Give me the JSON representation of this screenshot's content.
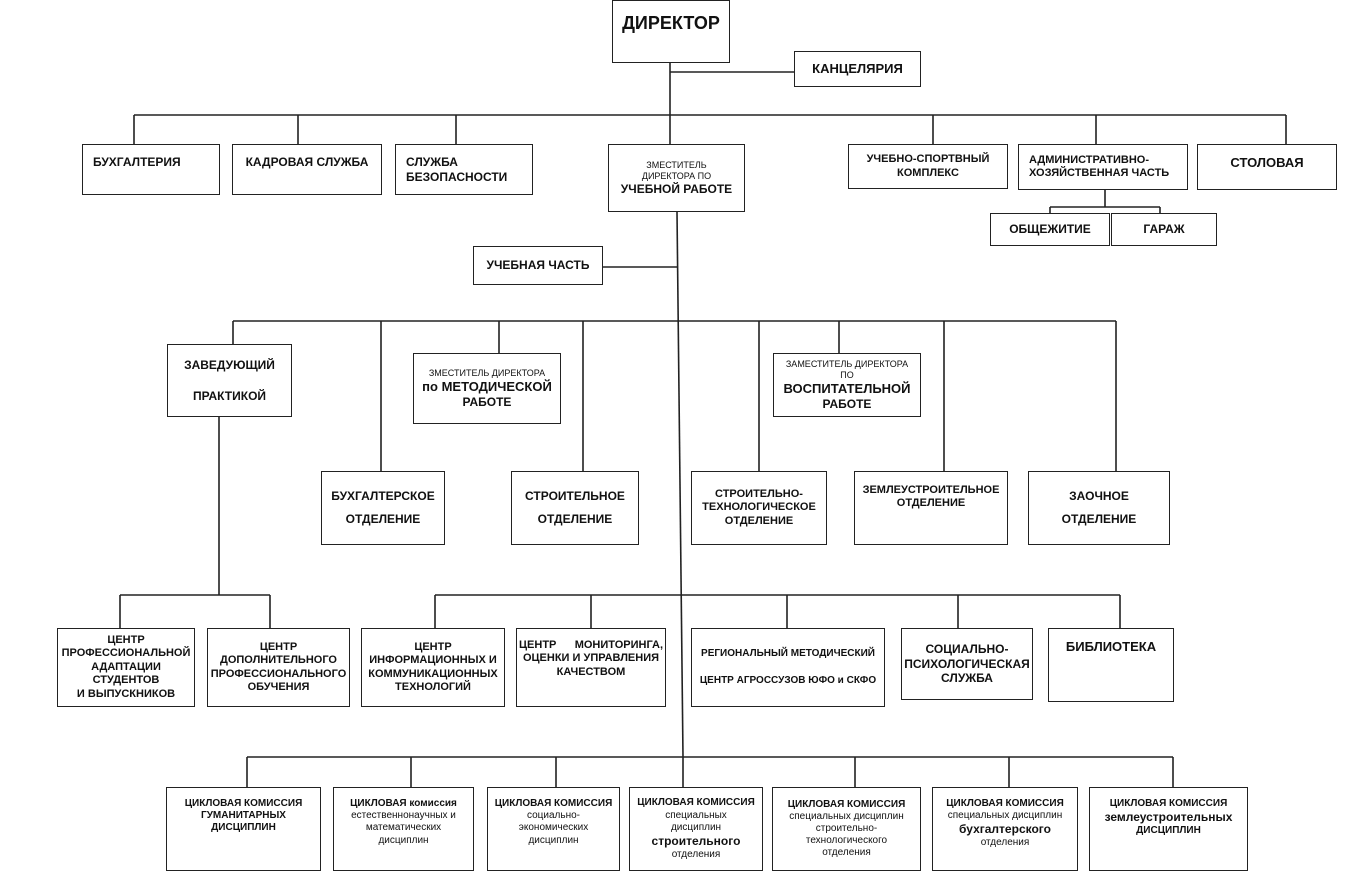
{
  "top": {
    "director": "ДИРЕКТОР",
    "office": "КАНЦЕЛЯРИЯ"
  },
  "row1": {
    "accounting": "БУХГАЛТЕРИЯ",
    "hr": "КАДРОВАЯ СЛУЖБА",
    "security": [
      "СЛУЖБА",
      "БЕЗОПАСНОСТИ"
    ],
    "deputy_academic": [
      "ЗМЕСТИТЕЛЬ",
      "ДИРЕКТОРА ПО",
      "УЧЕБНОЙ РАБОТЕ"
    ],
    "sports": [
      "УЧЕБНО-СПОРТВНЫЙ",
      "КОМПЛЕКС"
    ],
    "admin": [
      "АДМИНИСТРАТИВНО-",
      "ХОЗЯЙСТВЕННАЯ ЧАСТЬ"
    ],
    "canteen": "СТОЛОВАЯ"
  },
  "admin_sub": {
    "dormitory": "ОБЩЕЖИТИЕ",
    "garage": "ГАРАЖ"
  },
  "academic_office": "УЧЕБНАЯ ЧАСТЬ",
  "row2": {
    "practice_head": [
      "ЗАВЕДУЮЩИЙ",
      "ПРАКТИКОЙ"
    ],
    "deputy_methodical": [
      "ЗМЕСТИТЕЛЬ ДИРЕКТОРА",
      "по МЕТОДИЧЕСКОЙ",
      "РАБОТЕ"
    ],
    "deputy_educational": [
      "ЗАМЕСТИТЕЛЬ ДИРЕКТОРА ПО",
      "ВОСПИТАТЕЛЬНОЙ",
      "РАБОТЕ"
    ]
  },
  "departments": {
    "accounting_dept": [
      "БУХГАЛТЕРСКОЕ",
      "ОТДЕЛЕНИЕ"
    ],
    "construction_dept": [
      "СТРОИТЕЛЬНОЕ",
      "ОТДЕЛЕНИЕ"
    ],
    "constr_tech_dept": [
      "СТРОИТЕЛЬНО-",
      "ТЕХНОЛОГИЧЕСКОЕ",
      "ОТДЕЛЕНИЕ"
    ],
    "land_dept": [
      "ЗЕМЛЕУСТРОИТЕЛЬНОЕ",
      "ОТДЕЛЕНИЕ"
    ],
    "correspondence_dept": [
      "ЗАОЧНОЕ",
      "ОТДЕЛЕНИЕ"
    ]
  },
  "centers": {
    "adaptation": [
      "ЦЕНТР",
      "ПРОФЕССИОНАЛЬНОЙ",
      "АДАПТАЦИИ СТУДЕНТОВ",
      "И ВЫПУСКНИКОВ"
    ],
    "additional": [
      "ЦЕНТР",
      "ДОПОЛНИТЕЛЬНОГО",
      "ПРОФЕССИОНАЛЬНОГО",
      "ОБУЧЕНИЯ"
    ],
    "ict": [
      "ЦЕНТР",
      "ИНФОРМАЦИОННЫХ И",
      "КОММУНИКАЦИОННЫХ",
      "ТЕХНОЛОГИЙ"
    ],
    "monitoring": [
      "ЦЕНТР      МОНИТОРИНГА,",
      "ОЦЕНКИ И УПРАВЛЕНИЯ",
      "КАЧЕСТВОМ"
    ],
    "regional": [
      "РЕГИОНАЛЬНЫЙ МЕТОДИЧЕСКИЙ",
      "ЦЕНТР АГРОССУЗОВ ЮФО и СКФО"
    ],
    "social": [
      "СОЦИАЛЬНО-",
      "ПСИХОЛОГИЧЕСКАЯ",
      "СЛУЖБА"
    ],
    "library": "БИБЛИОТЕКА"
  },
  "commissions": {
    "humanities": [
      "ЦИКЛОВАЯ КОМИССИЯ",
      "ГУМАНИТАРНЫХ",
      "ДИСЦИПЛИН"
    ],
    "science": [
      "ЦИКЛОВАЯ комиссия",
      "естественнонаучных и",
      "математических",
      "дисциплин"
    ],
    "socioeconomic": [
      "ЦИКЛОВАЯ КОМИССИЯ",
      "социально-",
      "экономических",
      "дисциплин"
    ],
    "construction": [
      "ЦИКЛОВАЯ КОМИССИЯ",
      "специальных",
      "дисциплин",
      "строительного",
      "отделения"
    ],
    "constr_tech": [
      "ЦИКЛОВАЯ КОМИССИЯ",
      "специальных дисциплин",
      "строительно-",
      "технологического",
      "отделения"
    ],
    "accounting": [
      "ЦИКЛОВАЯ КОМИССИЯ",
      "специальных дисциплин",
      "бухгалтерского",
      "отделения"
    ],
    "land": [
      "ЦИКЛОВАЯ КОМИССИЯ",
      "землеустроительных",
      "ДИСЦИПЛИН"
    ]
  }
}
